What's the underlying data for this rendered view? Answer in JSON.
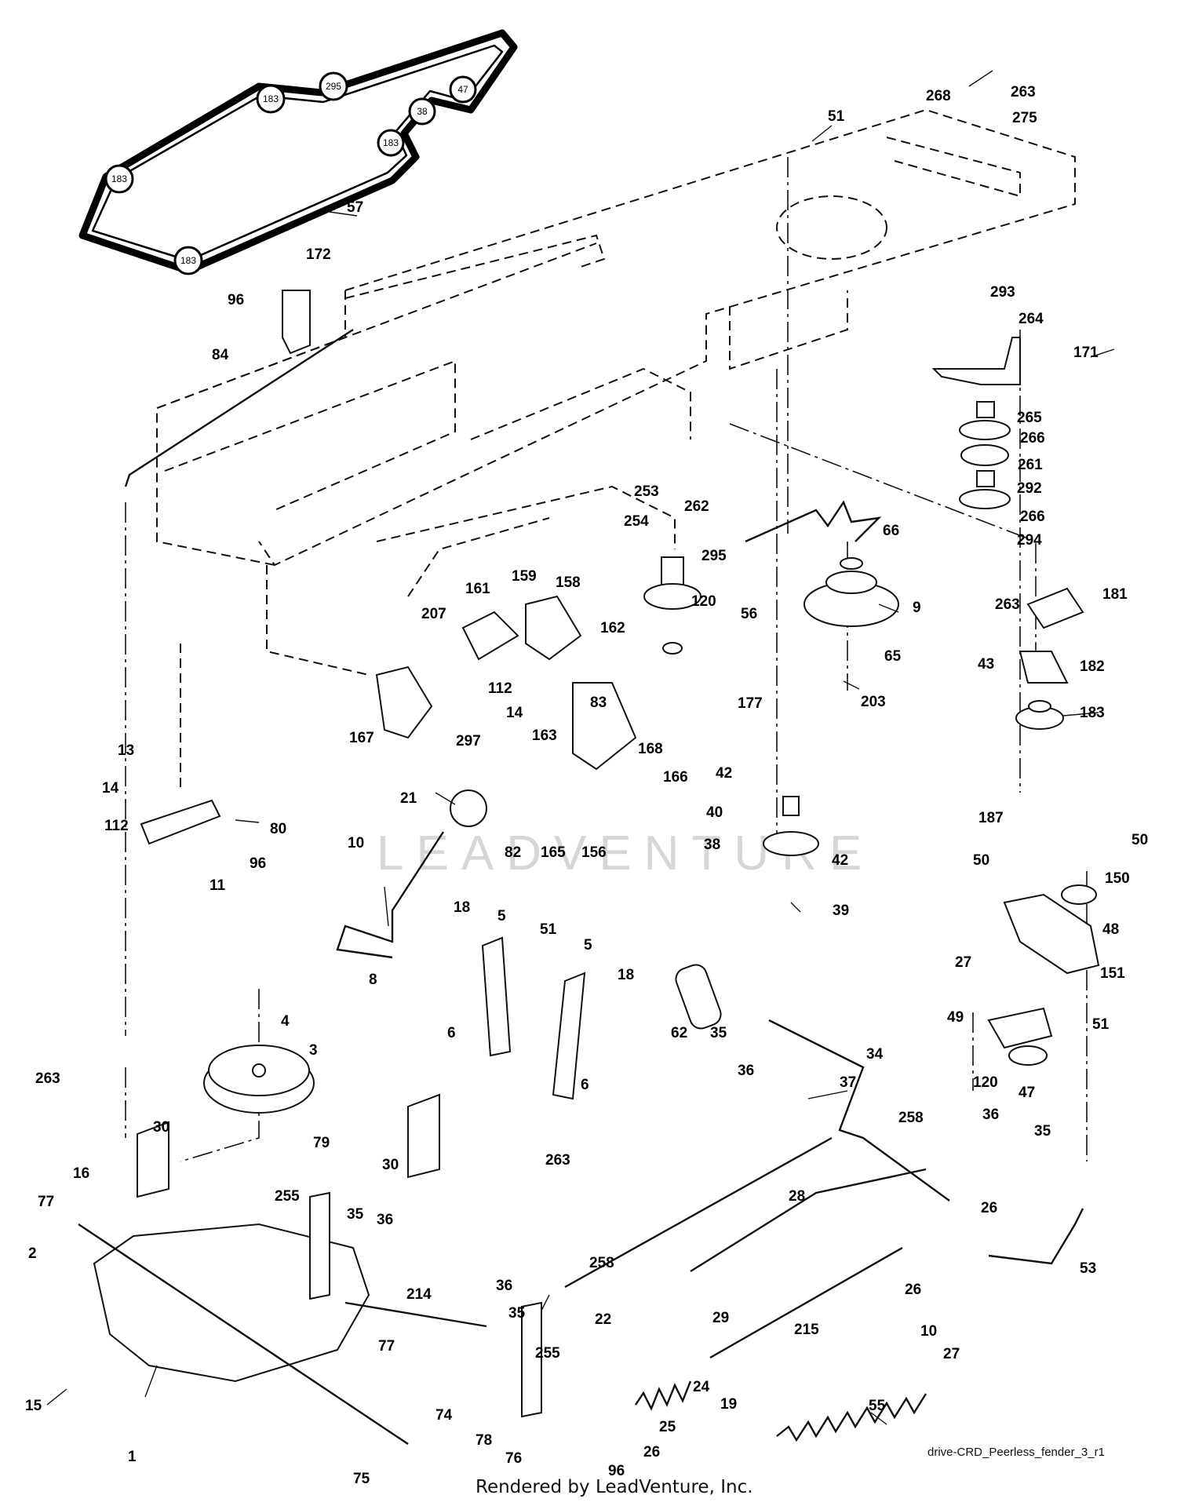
{
  "document": {
    "reference": "drive-CRD_Peerless_fender_3_r1",
    "rendered_by": "Rendered by LeadVenture, Inc.",
    "watermark": "LEADVENTURE"
  },
  "belt_pulley_labels": [
    "295",
    "47",
    "183",
    "38",
    "183",
    "183",
    "183"
  ],
  "callouts": [
    "57",
    "51",
    "268",
    "263",
    "275",
    "172",
    "96",
    "84",
    "293",
    "264",
    "171",
    "265",
    "266",
    "261",
    "292",
    "266",
    "294",
    "253",
    "262",
    "254",
    "66",
    "295",
    "120",
    "56",
    "9",
    "263",
    "181",
    "65",
    "43",
    "182",
    "203",
    "183",
    "159",
    "161",
    "158",
    "207",
    "162",
    "112",
    "14",
    "163",
    "83",
    "167",
    "297",
    "177",
    "42",
    "168",
    "166",
    "40",
    "187",
    "13",
    "14",
    "112",
    "80",
    "96",
    "11",
    "21",
    "82",
    "165",
    "156",
    "38",
    "42",
    "39",
    "10",
    "50",
    "50",
    "150",
    "8",
    "48",
    "27",
    "18",
    "5",
    "51",
    "5",
    "18",
    "6",
    "62",
    "35",
    "36",
    "34",
    "151",
    "49",
    "51",
    "6",
    "4",
    "3",
    "263",
    "30",
    "16",
    "79",
    "37",
    "258",
    "120",
    "47",
    "36",
    "35",
    "30",
    "263",
    "77",
    "255",
    "35",
    "36",
    "28",
    "26",
    "2",
    "53",
    "258",
    "22",
    "29",
    "26",
    "10",
    "214",
    "36",
    "35",
    "215",
    "27",
    "15",
    "77",
    "255",
    "24",
    "19",
    "55",
    "1",
    "74",
    "25",
    "78",
    "76",
    "26",
    "75",
    "96"
  ]
}
